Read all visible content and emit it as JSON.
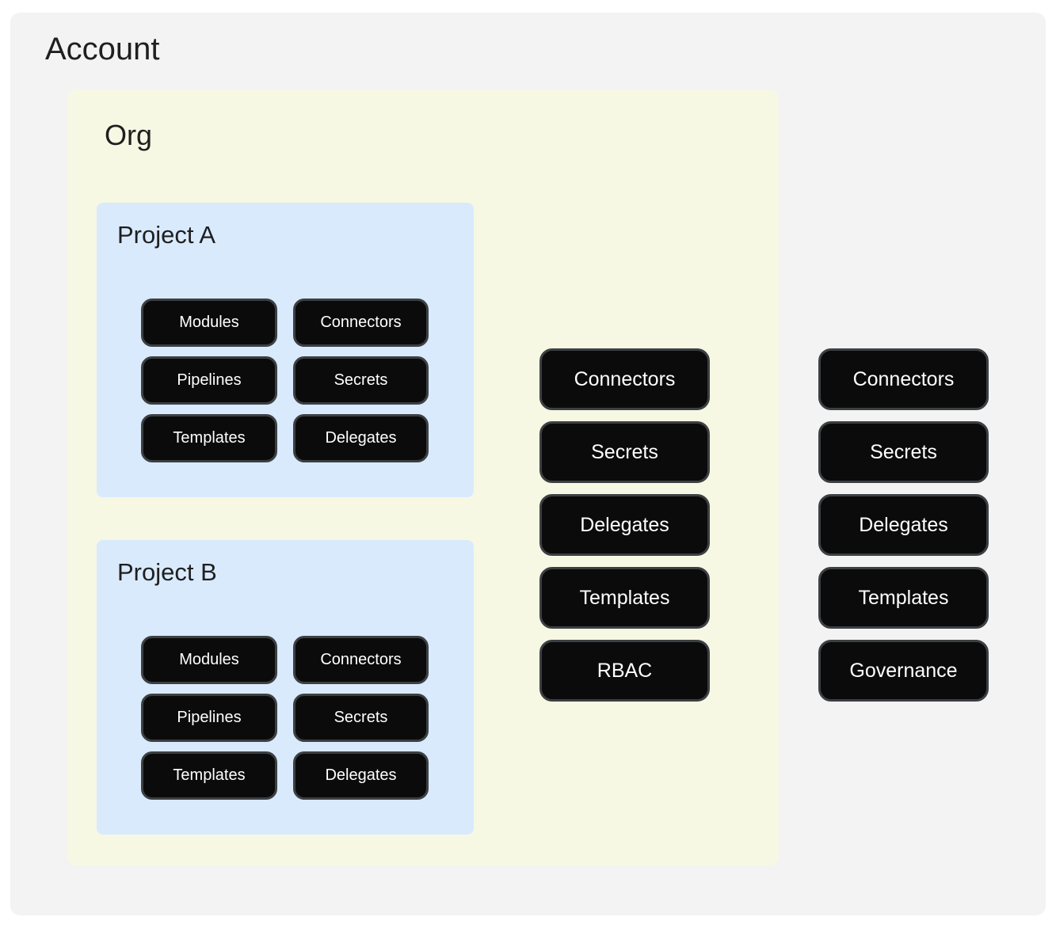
{
  "colors": {
    "page_bg": "#ffffff",
    "account_bg": "#f3f3f3",
    "org_bg": "#f7f8e3",
    "project_bg": "#d9eafd",
    "pill_bg": "#0b0b0b",
    "pill_border": "#3c4043",
    "pill_text": "#ffffff",
    "title_text": "#1f1f1f"
  },
  "diagram": {
    "account": {
      "title": "Account",
      "org": {
        "title": "Org",
        "projects": [
          {
            "title": "Project A",
            "pills": [
              "Modules",
              "Connectors",
              "Pipelines",
              "Secrets",
              "Templates",
              "Delegates"
            ]
          },
          {
            "title": "Project B",
            "pills": [
              "Modules",
              "Connectors",
              "Pipelines",
              "Secrets",
              "Templates",
              "Delegates"
            ]
          }
        ],
        "resources": [
          "Connectors",
          "Secrets",
          "Delegates",
          "Templates",
          "RBAC"
        ]
      },
      "resources": [
        "Connectors",
        "Secrets",
        "Delegates",
        "Templates",
        "Governance"
      ]
    }
  }
}
